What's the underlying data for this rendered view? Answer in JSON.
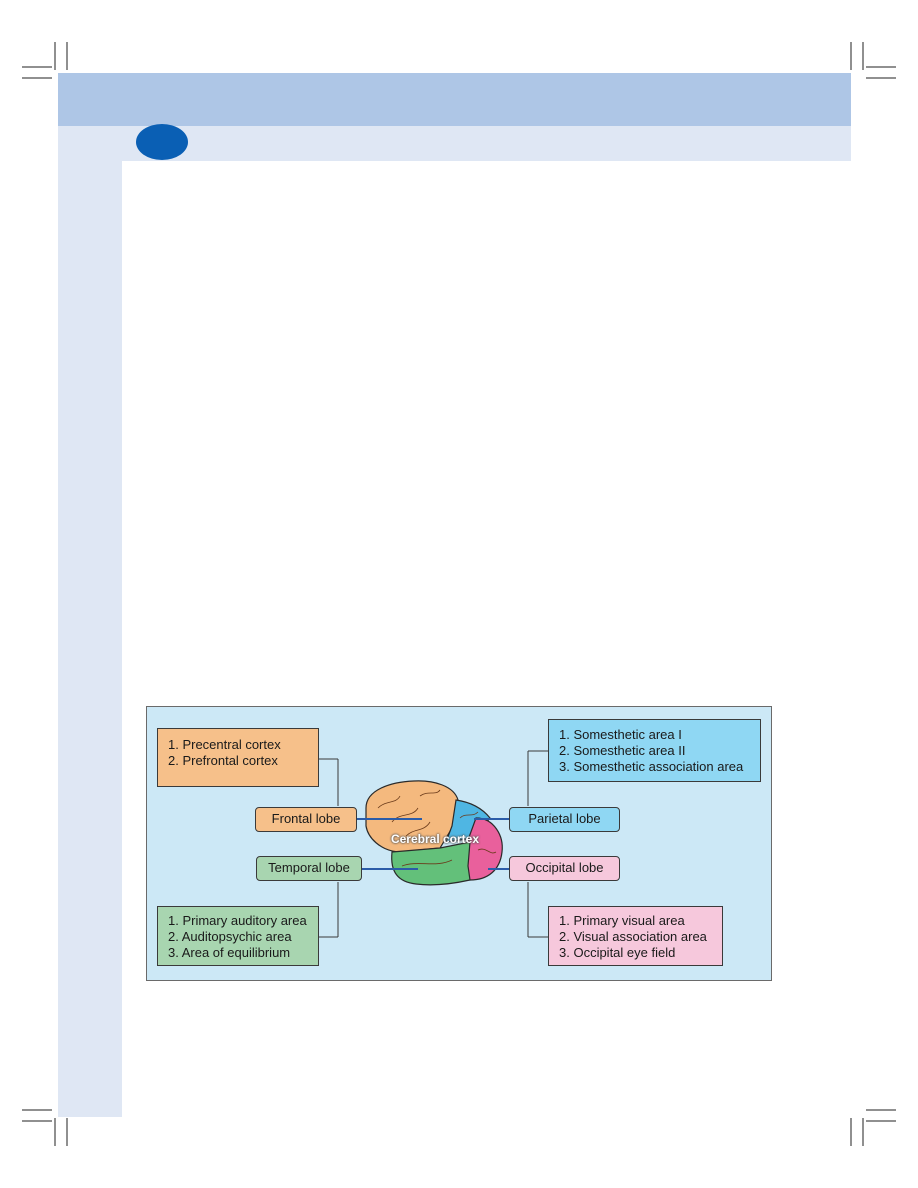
{
  "figure": {
    "center_label": "Cerebral cortex",
    "lobes": {
      "frontal": {
        "label": "Frontal lobe",
        "color": "#f6c08a",
        "areas": [
          "1. Precentral cortex",
          "2. Prefrontal cortex"
        ]
      },
      "parietal": {
        "label": "Parietal lobe",
        "color": "#8fd7f3",
        "areas": [
          "1. Somesthetic area  I",
          "2. Somesthetic area  II",
          "3. Somesthetic  association area"
        ]
      },
      "temporal": {
        "label": "Temporal lobe",
        "color": "#a8d5b0",
        "areas": [
          "1. Primary auditory area",
          "2. Auditopsychic area",
          "3. Area of equilibrium"
        ]
      },
      "occipital": {
        "label": "Occipital lobe",
        "color": "#f6c8dc",
        "areas": [
          "1. Primary visual area",
          "2. Visual association area",
          "3. Occipital eye field"
        ]
      }
    },
    "colors": {
      "background": "#cce8f6",
      "connector": "#2b5ca8",
      "brain_frontal": "#f4b97e",
      "brain_parietal": "#4fb6e3",
      "brain_temporal": "#63c07a",
      "brain_occipital": "#e9609c"
    }
  },
  "page": {
    "colors": {
      "header_band": "#aec6e6",
      "subheader_band": "#dfe7f4",
      "badge": "#0a5fb4"
    }
  }
}
